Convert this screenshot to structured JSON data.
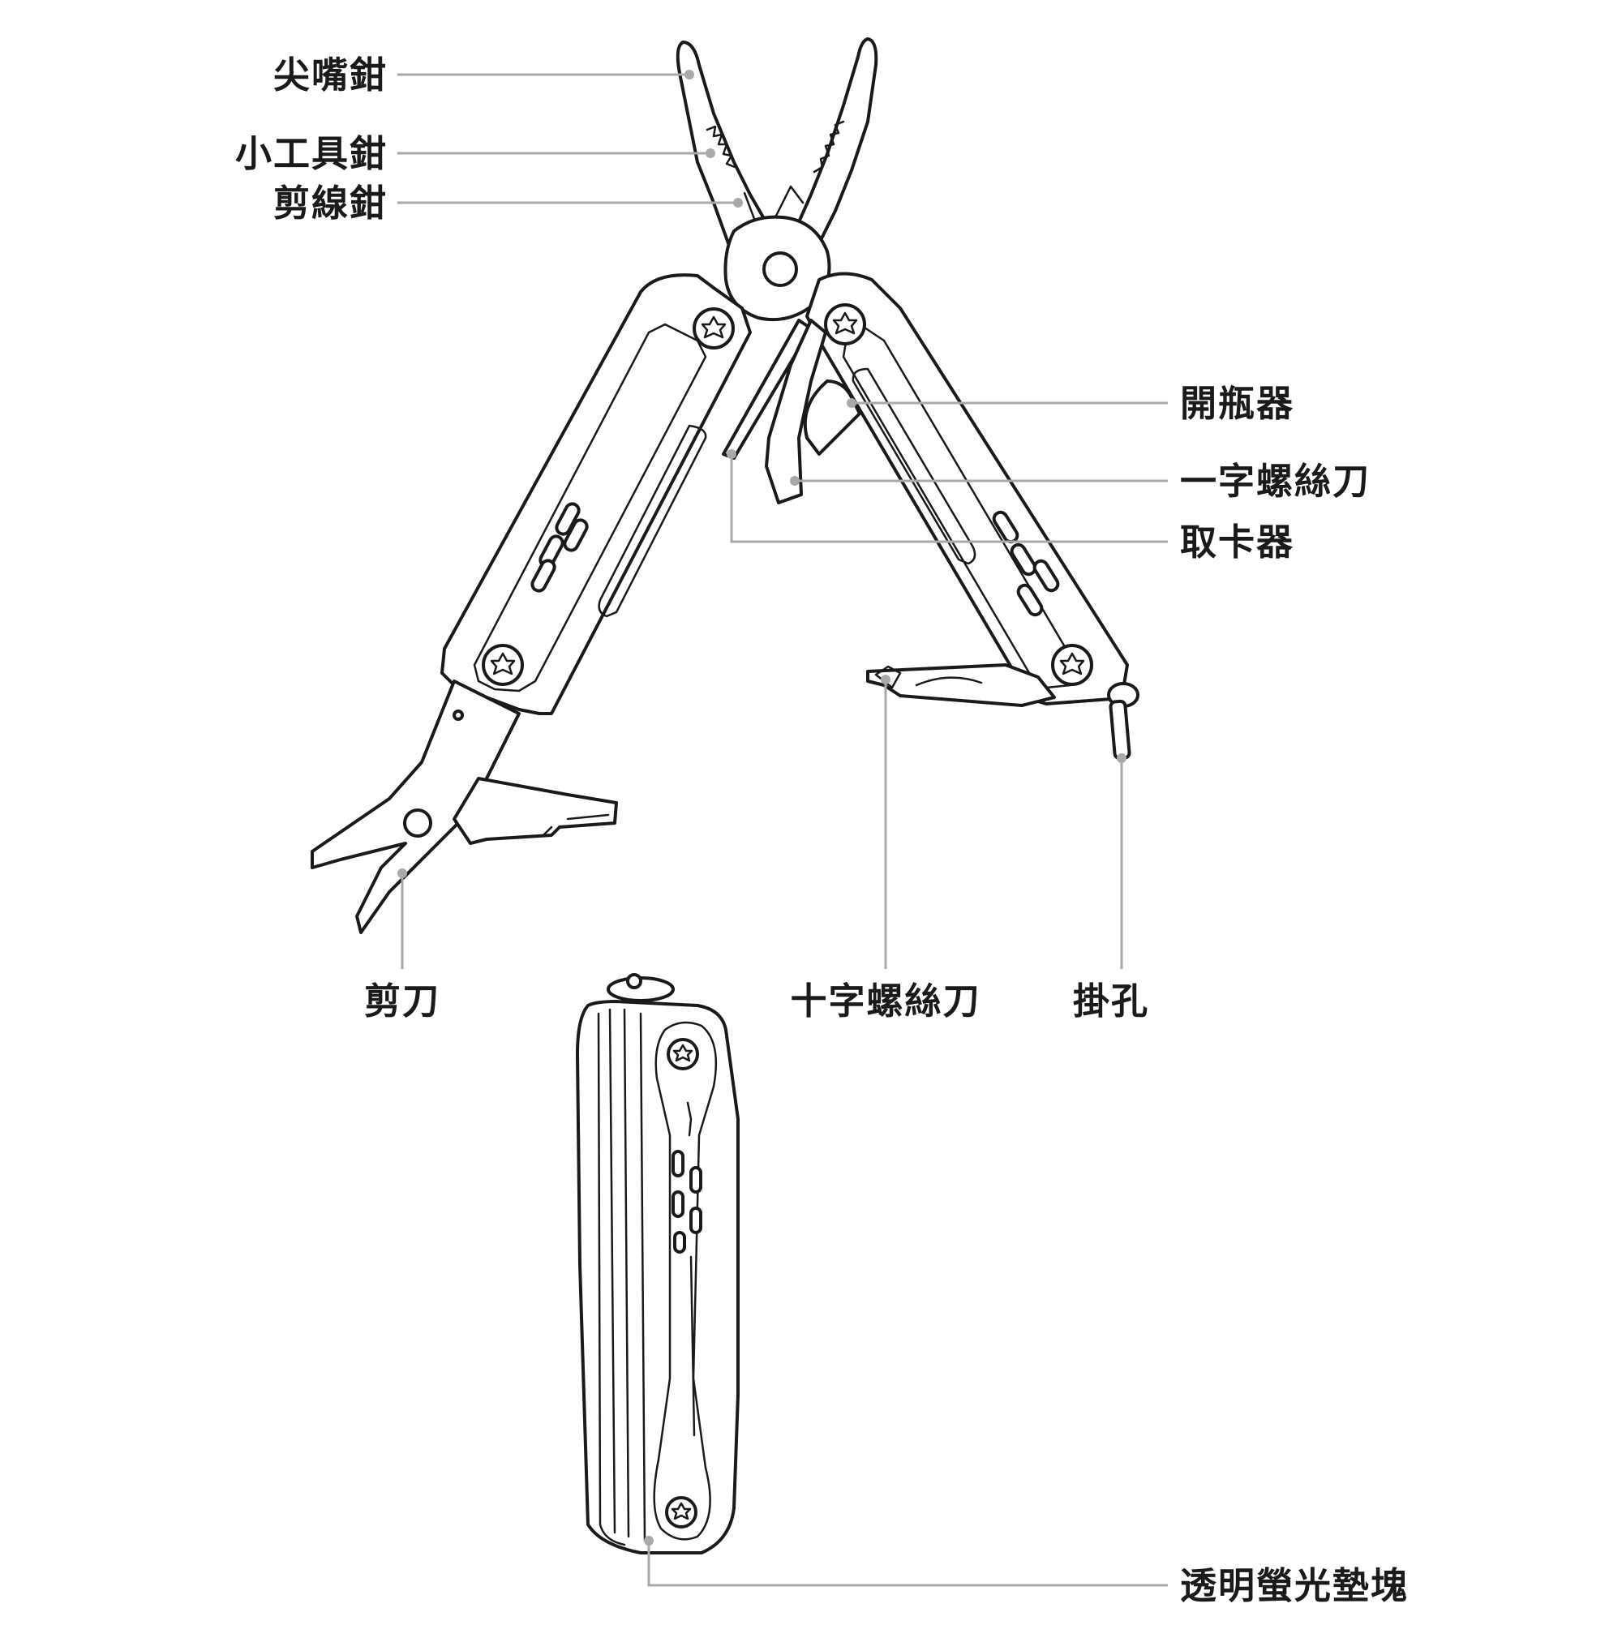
{
  "labels": {
    "needle_nose_pliers": "尖嘴鉗",
    "small_tool_pliers": "小工具鉗",
    "wire_cutter": "剪線鉗",
    "bottle_opener": "開瓶器",
    "flathead_screwdriver": "一字螺絲刀",
    "card_remover": "取卡器",
    "scissors": "剪刀",
    "phillips_screwdriver": "十字螺絲刀",
    "hanging_hole": "掛孔",
    "fluorescent_pad": "透明螢光墊塊"
  },
  "colors": {
    "ink": "#1a1a1a",
    "leader": "#a9a9a9",
    "background": "#ffffff"
  }
}
